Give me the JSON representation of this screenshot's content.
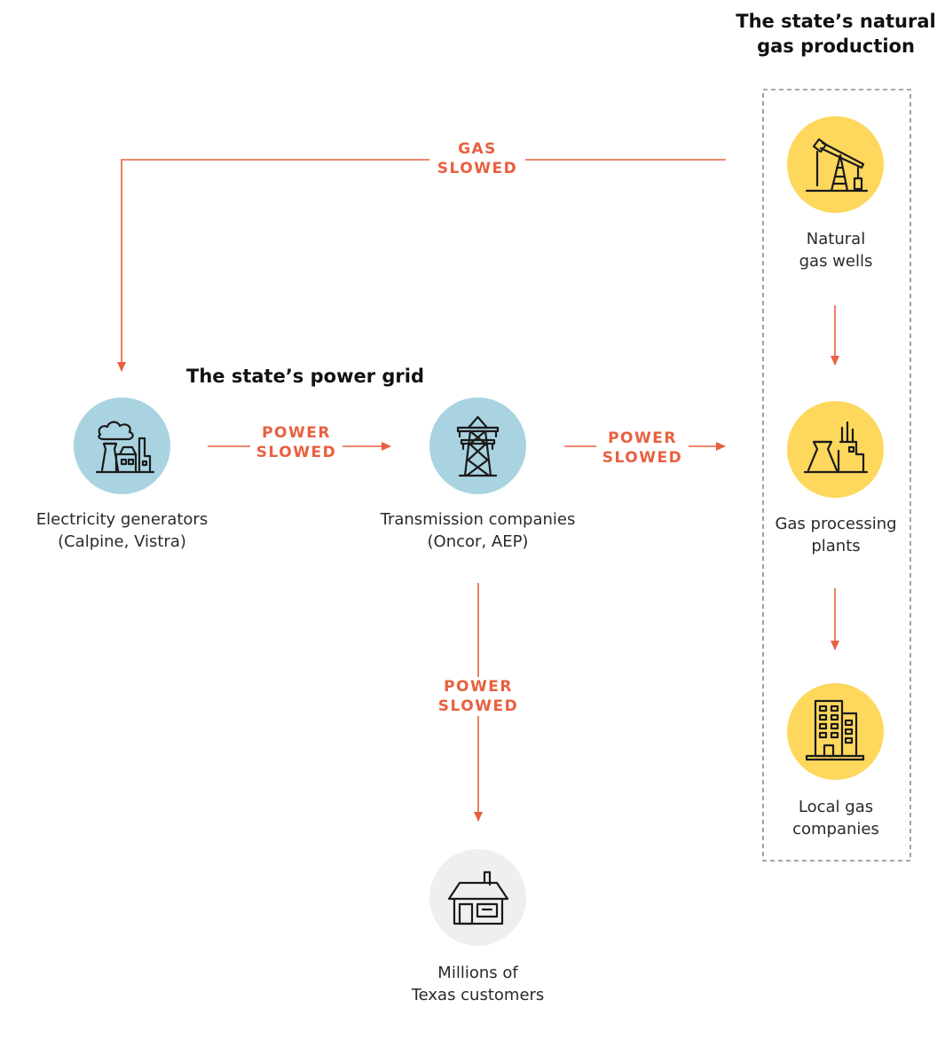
{
  "headings": {
    "gas_production_line1": "The state’s natural",
    "gas_production_line2": "gas production",
    "power_grid": "The state’s power grid"
  },
  "nodes": {
    "generators": {
      "line1": "Electricity generators",
      "line2": "(Calpine, Vistra)",
      "icon": "power-plant-icon"
    },
    "transmission": {
      "line1": "Transmission companies",
      "line2": "(Oncor, AEP)",
      "icon": "transmission-tower-icon"
    },
    "customers": {
      "line1": "Millions of",
      "line2": "Texas customers",
      "icon": "house-icon"
    },
    "wells": {
      "line1": "Natural",
      "line2": "gas wells",
      "icon": "oil-pump-jack-icon"
    },
    "processing": {
      "line1": "Gas processing",
      "line2": "plants",
      "icon": "gas-plant-icon"
    },
    "local": {
      "line1": "Local gas",
      "line2": "companies",
      "icon": "office-building-icon"
    }
  },
  "flows": {
    "gas": {
      "line1": "GAS",
      "line2": "SLOWED"
    },
    "gen_to_trans": {
      "line1": "POWER",
      "line2": "SLOWED"
    },
    "trans_to_gas": {
      "line1": "POWER",
      "line2": "SLOWED"
    },
    "trans_to_customers": {
      "line1": "POWER",
      "line2": "SLOWED"
    }
  },
  "colors": {
    "accent": "#e8603f",
    "grid_circle": "#a9d3e0",
    "gas_circle": "#fdd85d",
    "customer_circle": "#efefef",
    "icon_stroke": "#1a1a1a",
    "dashed_border": "#8a8a8a"
  }
}
